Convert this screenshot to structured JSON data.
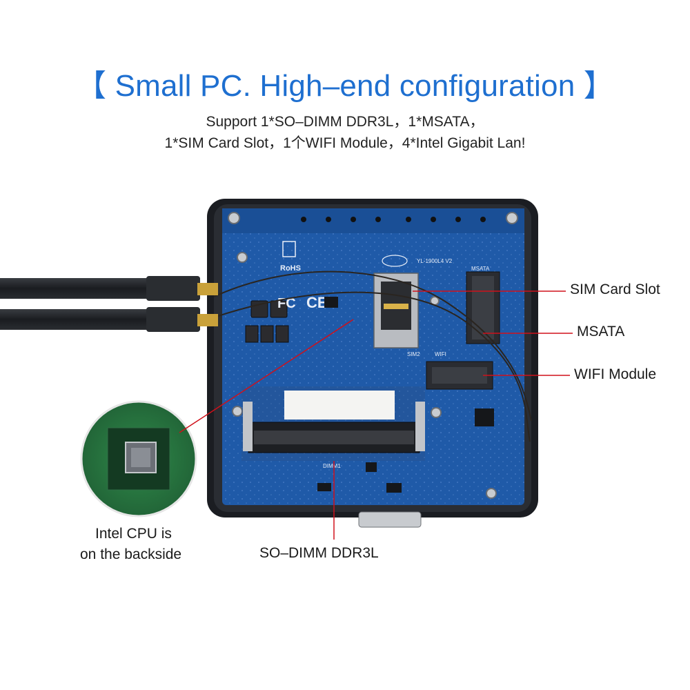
{
  "header": {
    "title": "【 Small PC. High–end configuration 】",
    "line1": "Support 1*SO–DIMM DDR3L，1*MSATA，",
    "line2": "1*SIM Card Slot，1个WIFI Module，4*Intel Gigabit Lan!"
  },
  "callouts": {
    "sim": "SIM Card Slot",
    "msata": "MSATA",
    "wifi": "WIFI Module",
    "cpu_line1": "Intel CPU is",
    "cpu_line2": "on the backside",
    "dimm": "SO–DIMM DDR3L"
  },
  "board": {
    "model_label": "YL-1900L4 V2",
    "msata_silk": "MSATA",
    "sim_silk": "SIM2",
    "wifi_silk": "WIFI",
    "dimm_silk": "DIMM1",
    "rohs": "RoHS",
    "fc": "FC",
    "ce": "CE"
  },
  "colors": {
    "title_blue": "#1e6fd0",
    "pcb_blue": "#1f5aa8",
    "case_black": "#1b1d22",
    "callout_red": "#d0101a"
  }
}
